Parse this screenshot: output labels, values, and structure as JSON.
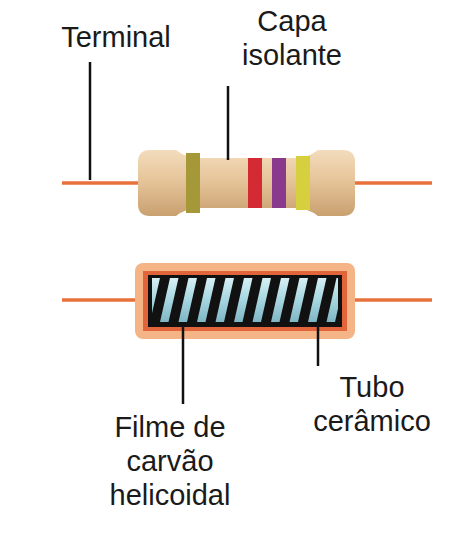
{
  "diagram": {
    "labels": [
      "Terminal",
      "Capa isolante",
      "Filme de carvão helicoidal",
      "Tubo cerâmico"
    ]
  }
}
